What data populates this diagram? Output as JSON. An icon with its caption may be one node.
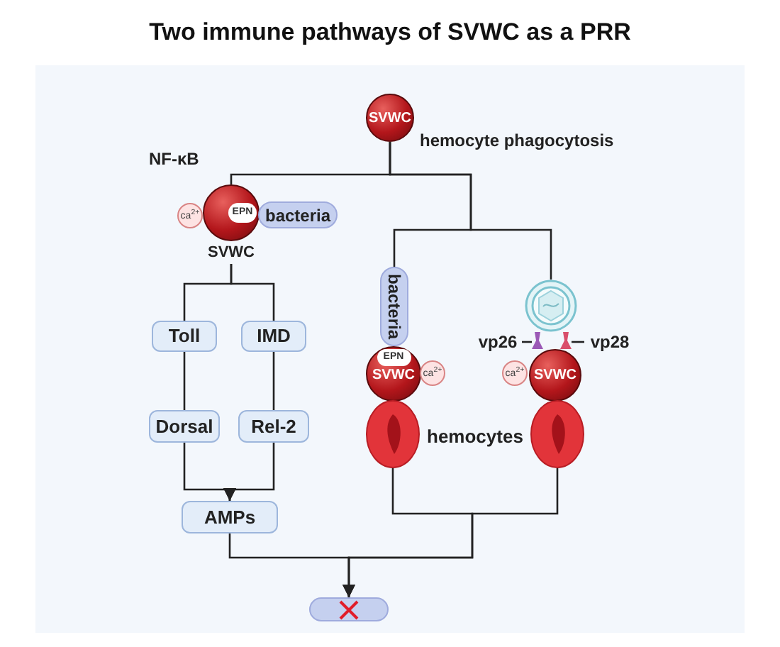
{
  "diagram": {
    "title": "Two immune pathways of SVWC as a PRR",
    "nodes": [
      {
        "text": [
          "SVWC"
        ],
        "beside": [
          "hemocyte phagocytosis"
        ]
      },
      {
        "text": [
          "ca$^{2+}$"
        ]
      },
      {
        "text": [
          "EPN",
          "SVWC"
        ]
      },
      {
        "text": [
          "bacteria"
        ]
      },
      {
        "text": [
          "Toll"
        ]
      },
      {
        "text": [
          "IMD"
        ]
      },
      {
        "text": [
          "Dorsal"
        ]
      },
      {
        "text": [
          "Rel-2"
        ]
      },
      {
        "text": [
          "AMPs"
        ]
      },
      {
        "text": [
          "bacteria"
        ]
      },
      {
        "text": [
          "EPN",
          "SVWC"
        ]
      },
      {
        "text": [
          "ca$^{2+}$"
        ]
      },
      {
        "text": [],
        "shape": "cell"
      },
      {
        "text": [],
        "shape": "circle"
      },
      {
        "text": [
          "vp26"
        ]
      },
      {
        "text": [
          "vp28"
        ]
      },
      {
        "text": [
          "ca$^{2+}$"
        ]
      },
      {
        "text": [
          "SVWC"
        ]
      },
      {
        "text": [],
        "shape": "cell"
      },
      {
        "text": [],
        "shape": "box"
      },
      {
        "text": [],
        "shape": "bar"
      },
      {
        "text": [],
        "shape": "bar"
      }
    ],
    "edges": [
      {
        "from": 0,
        "to": 2,
        "arrow": "none",
        "label": "NF-κB"
      },
      {
        "from": 0,
        "to": 9,
        "arrow": "none"
      },
      {
        "from": 0,
        "to": 13,
        "arrow": "none"
      },
      {
        "from": 2,
        "to": 4,
        "arrow": "none"
      },
      {
        "from": 2,
        "to": 5,
        "arrow": "none"
      },
      {
        "from": 4,
        "to": 6,
        "arrow": "none"
      },
      {
        "from": 5,
        "to": 7,
        "arrow": "none"
      },
      {
        "from": 6,
        "to": 8,
        "arrow": "to"
      },
      {
        "from": 7,
        "to": 8,
        "arrow": "to"
      },
      {
        "from": 8,
        "to": 19,
        "arrow": "to"
      },
      {
        "from": 12,
        "to": 19,
        "arrow": "to"
      },
      {
        "from": 18,
        "to": 19,
        "arrow": "to"
      },
      {
        "from": 14,
        "to": 20,
        "arrow": "none"
      },
      {
        "from": 15,
        "to": 21,
        "arrow": "none"
      }
    ],
    "labels": [
      "hemocytes"
    ]
  }
}
